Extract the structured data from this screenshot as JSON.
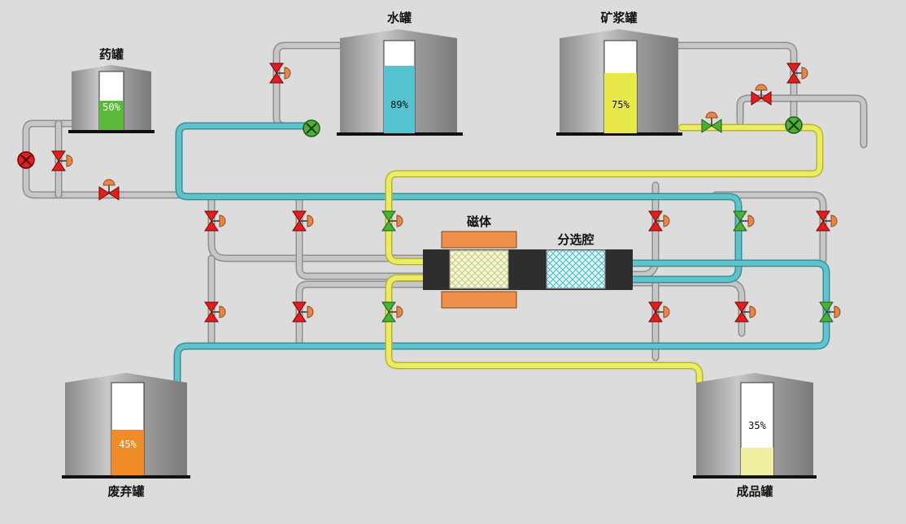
{
  "tanks": {
    "drug": {
      "label": "药罐",
      "level_text": "50%",
      "level": 0.5,
      "color": "#5cb83a"
    },
    "water": {
      "label": "水罐",
      "level_text": "89%",
      "level": 0.73,
      "color": "#56c3d0"
    },
    "slurry": {
      "label": "矿浆罐",
      "level_text": "75%",
      "level": 0.65,
      "color": "#e8e84a"
    },
    "waste": {
      "label": "废弃罐",
      "level_text": "45%",
      "level": 0.49,
      "color": "#f08c28"
    },
    "product": {
      "label": "成品罐",
      "level_text": "35%",
      "level": 0.3,
      "color": "#f0f0a0"
    }
  },
  "separator": {
    "magnet_label": "磁体",
    "chamber_label": "分选腔"
  },
  "colors": {
    "background": "#dcdcdc",
    "pipe_gray": "#b4b4b4",
    "pipe_water": "#5ab8c0",
    "pipe_slurry": "#e6e65a",
    "valve_open": "#4caf3a",
    "valve_closed": "#e02020",
    "actuator": "#e8864a",
    "magnet": "#f0904a"
  }
}
